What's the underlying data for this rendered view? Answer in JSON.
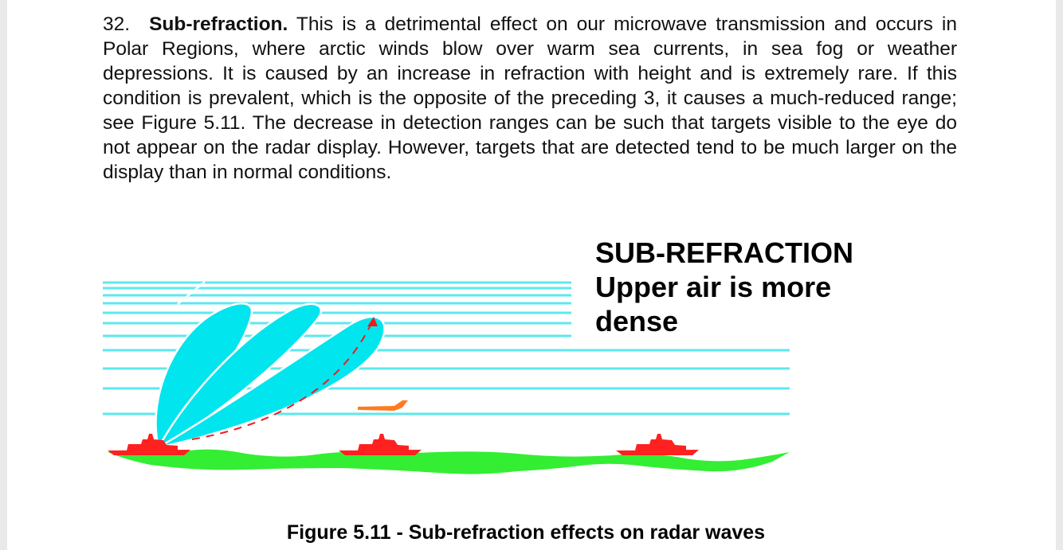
{
  "paragraph": {
    "number": "32.",
    "heading": "Sub-refraction.",
    "body": "This is a detrimental effect on our microwave transmission and occurs in Polar Regions, where arctic winds blow over warm sea currents, in sea fog or weather depressions. It is caused by an increase in refraction with height and is extremely rare. If this condition is prevalent, which is the opposite of the preceding 3, it causes a much-reduced range; see Figure 5.11. The decrease in detection ranges can be such that targets visible to the eye do not appear on the radar display. However, targets that are detected tend to be much larger on the display than in normal conditions."
  },
  "figure": {
    "title_line1": "SUB-REFRACTION",
    "title_line2": "Upper air is more",
    "title_line3": "dense",
    "caption": "Figure 5.11 - Sub-refraction effects on radar waves",
    "colors": {
      "air_layers": "#5ce8ee",
      "lobes": "#00e5ee",
      "sea": "#33ee33",
      "ships": "#ff2020",
      "aircraft": "#ff7a20",
      "beam_path": "#ee1c1c"
    },
    "icons": [
      "ship-icon",
      "aircraft-icon",
      "radar-lobe-icon"
    ]
  }
}
